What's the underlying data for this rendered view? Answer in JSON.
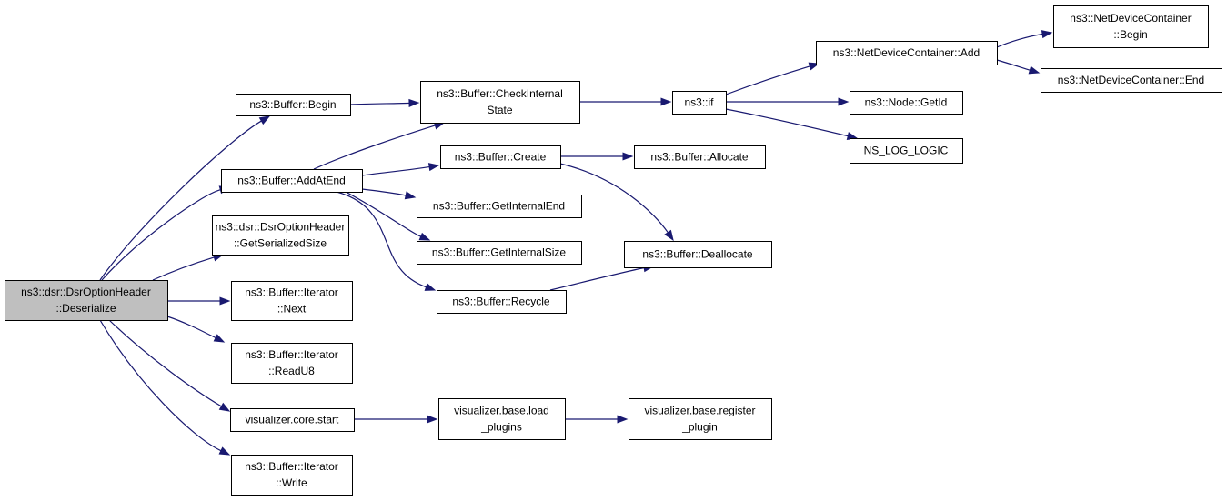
{
  "diagram": {
    "type": "call-graph",
    "edge_color": "#191970",
    "root_fill": "#bfbfbf",
    "node_fill": "#ffffff",
    "nodes": [
      {
        "id": "root",
        "lines": [
          "ns3::dsr::DsrOptionHeader",
          "::Deserialize"
        ],
        "root": true
      },
      {
        "id": "buffer-begin",
        "lines": [
          "ns3::Buffer::Begin"
        ]
      },
      {
        "id": "buffer-add-at-end",
        "lines": [
          "ns3::Buffer::AddAtEnd"
        ]
      },
      {
        "id": "dsr-get-serialized-size",
        "lines": [
          "ns3::dsr::DsrOptionHeader",
          "::GetSerializedSize"
        ]
      },
      {
        "id": "iterator-next",
        "lines": [
          "ns3::Buffer::Iterator",
          "::Next"
        ]
      },
      {
        "id": "iterator-read-u8",
        "lines": [
          "ns3::Buffer::Iterator",
          "::ReadU8"
        ]
      },
      {
        "id": "visualizer-core-start",
        "lines": [
          "visualizer.core.start"
        ]
      },
      {
        "id": "iterator-write",
        "lines": [
          "ns3::Buffer::Iterator",
          "::Write"
        ]
      },
      {
        "id": "buffer-check-internal-state",
        "lines": [
          "ns3::Buffer::CheckInternal",
          "State"
        ]
      },
      {
        "id": "buffer-create",
        "lines": [
          "ns3::Buffer::Create"
        ]
      },
      {
        "id": "buffer-get-internal-end",
        "lines": [
          "ns3::Buffer::GetInternalEnd"
        ]
      },
      {
        "id": "buffer-get-internal-size",
        "lines": [
          "ns3::Buffer::GetInternalSize"
        ]
      },
      {
        "id": "buffer-recycle",
        "lines": [
          "ns3::Buffer::Recycle"
        ]
      },
      {
        "id": "visualizer-base-load-plugins",
        "lines": [
          "visualizer.base.load",
          "_plugins"
        ]
      },
      {
        "id": "ns3-if",
        "lines": [
          "ns3::if"
        ]
      },
      {
        "id": "buffer-allocate",
        "lines": [
          "ns3::Buffer::Allocate"
        ]
      },
      {
        "id": "buffer-deallocate",
        "lines": [
          "ns3::Buffer::Deallocate"
        ]
      },
      {
        "id": "visualizer-base-register-plugin",
        "lines": [
          "visualizer.base.register",
          "_plugin"
        ]
      },
      {
        "id": "netdevicecontainer-add",
        "lines": [
          "ns3::NetDeviceContainer::Add"
        ]
      },
      {
        "id": "node-get-id",
        "lines": [
          "ns3::Node::GetId"
        ]
      },
      {
        "id": "ns-log-logic",
        "lines": [
          "NS_LOG_LOGIC"
        ]
      },
      {
        "id": "netdevicecontainer-begin",
        "lines": [
          "ns3::NetDeviceContainer",
          "::Begin"
        ]
      },
      {
        "id": "netdevicecontainer-end",
        "lines": [
          "ns3::NetDeviceContainer::End"
        ]
      }
    ],
    "edges": [
      {
        "from": "root",
        "to": "buffer-begin"
      },
      {
        "from": "root",
        "to": "buffer-add-at-end"
      },
      {
        "from": "root",
        "to": "dsr-get-serialized-size"
      },
      {
        "from": "root",
        "to": "iterator-next"
      },
      {
        "from": "root",
        "to": "iterator-read-u8"
      },
      {
        "from": "root",
        "to": "visualizer-core-start"
      },
      {
        "from": "root",
        "to": "iterator-write"
      },
      {
        "from": "buffer-begin",
        "to": "buffer-check-internal-state"
      },
      {
        "from": "buffer-add-at-end",
        "to": "buffer-check-internal-state"
      },
      {
        "from": "buffer-add-at-end",
        "to": "buffer-create"
      },
      {
        "from": "buffer-add-at-end",
        "to": "buffer-get-internal-end"
      },
      {
        "from": "buffer-add-at-end",
        "to": "buffer-get-internal-size"
      },
      {
        "from": "buffer-add-at-end",
        "to": "buffer-recycle"
      },
      {
        "from": "buffer-check-internal-state",
        "to": "ns3-if"
      },
      {
        "from": "buffer-create",
        "to": "buffer-allocate"
      },
      {
        "from": "buffer-create",
        "to": "buffer-deallocate"
      },
      {
        "from": "buffer-recycle",
        "to": "buffer-deallocate"
      },
      {
        "from": "ns3-if",
        "to": "netdevicecontainer-add"
      },
      {
        "from": "ns3-if",
        "to": "node-get-id"
      },
      {
        "from": "ns3-if",
        "to": "ns-log-logic"
      },
      {
        "from": "netdevicecontainer-add",
        "to": "netdevicecontainer-begin"
      },
      {
        "from": "netdevicecontainer-add",
        "to": "netdevicecontainer-end"
      },
      {
        "from": "visualizer-core-start",
        "to": "visualizer-base-load-plugins"
      },
      {
        "from": "visualizer-base-load-plugins",
        "to": "visualizer-base-register-plugin"
      }
    ]
  }
}
